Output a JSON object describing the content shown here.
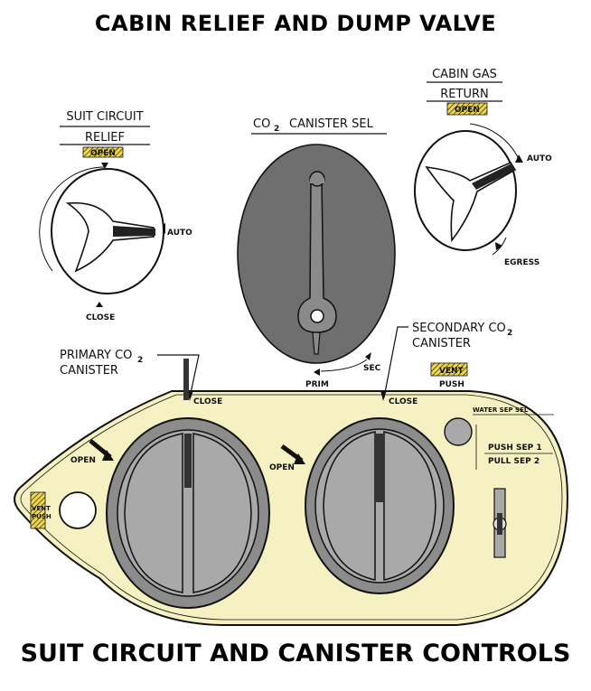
{
  "titles": {
    "top": "CABIN RELIEF AND DUMP VALVE",
    "bottom": "SUIT CIRCUIT AND CANISTER CONTROLS"
  },
  "suit_circuit_relief": {
    "label_line1": "SUIT CIRCUIT",
    "label_line2": "RELIEF",
    "open": "OPEN",
    "auto": "AUTO",
    "close": "CLOSE"
  },
  "co2_canister_sel": {
    "label_prefix": "CO",
    "label_sub": "2",
    "label_suffix": "CANISTER SEL",
    "prim": "PRIM",
    "sec": "SEC"
  },
  "cabin_gas_return": {
    "label_line1": "CABIN GAS",
    "label_line2": "RETURN",
    "open": "OPEN",
    "auto": "AUTO",
    "egress": "EGRESS"
  },
  "primary_canister": {
    "label_line1_prefix": "PRIMARY CO",
    "label_line1_sub": "2",
    "label_line2": "CANISTER",
    "close": "CLOSE",
    "open": "OPEN"
  },
  "secondary_canister": {
    "label_line1_prefix": "SECONDARY CO",
    "label_line1_sub": "2",
    "label_line2": "CANISTER",
    "close": "CLOSE",
    "open": "OPEN"
  },
  "panel": {
    "vent_push_line1": "VENT",
    "vent_push_line2": "PUSH",
    "water_sep_sel": "WATER SEP SEL",
    "push_sep1": "PUSH SEP 1",
    "pull_sep2": "PULL SEP 2",
    "left_vent_line1": "VENT",
    "left_vent_line2": "PUSH"
  },
  "colors": {
    "panel_fill": "#f6f1c2",
    "dial_gray": "#6f6f6f",
    "knob_gray": "#a9a9a9",
    "ring_gray": "#8c8c8c",
    "placard_yellow": "#f0d84a"
  }
}
